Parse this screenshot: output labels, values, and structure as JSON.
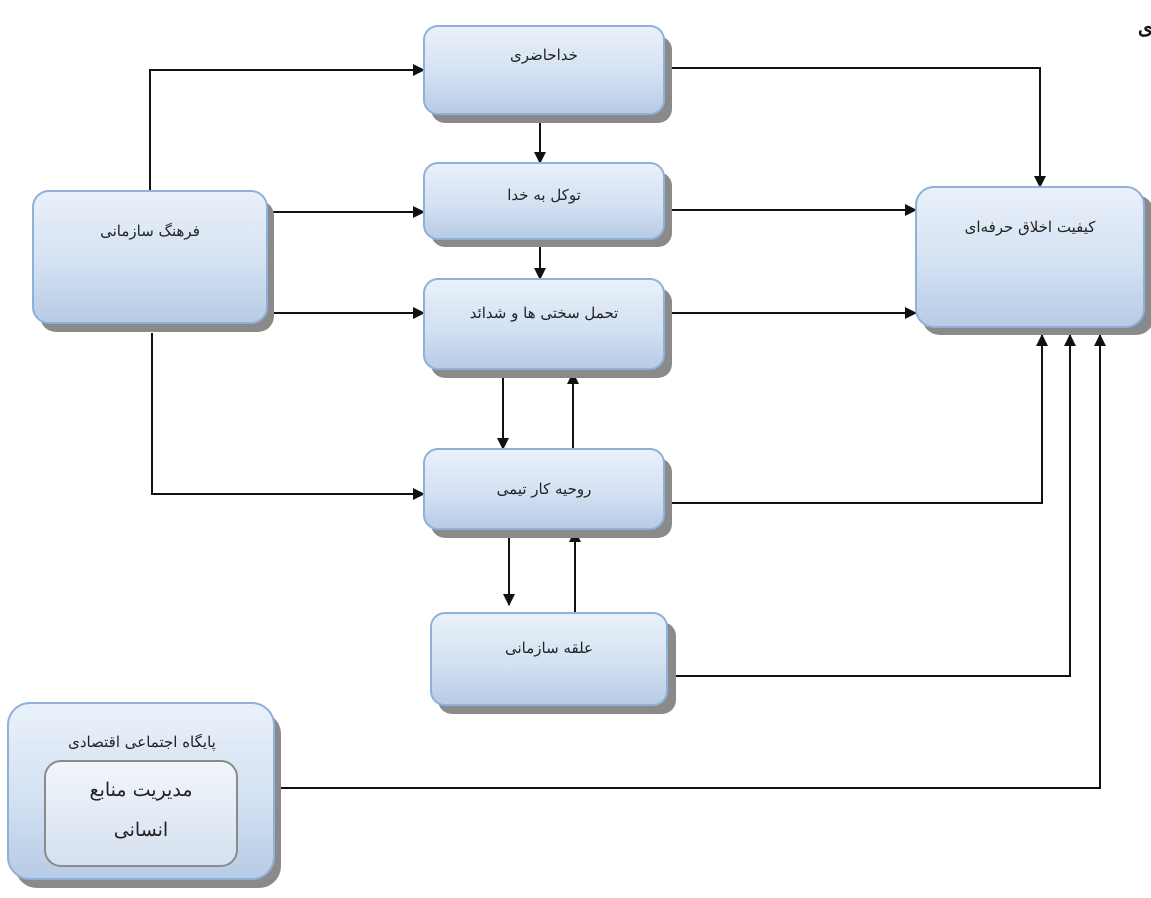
{
  "title": "مدل نظری",
  "nodes": {
    "god_presence": "خداحاضری",
    "trust_in_god": "توکل به خدا",
    "hardship_tolerance": "تحمل سختی ها و شدائد",
    "org_culture": "فرهنگ سازمانی",
    "teamwork_spirit": "روحیه کار تیمی",
    "org_attachment": "علقه سازمانی",
    "ethics_quality": "کیفیت اخلاق حرفه‌ای",
    "socio_economic_base": "پایگاه اجتماعی اقتصادی",
    "hr_management_line1": "مدیریت منابع",
    "hr_management_line2": "انسانی"
  },
  "edges": [
    {
      "from": "org_culture",
      "to": "god_presence"
    },
    {
      "from": "org_culture",
      "to": "trust_in_god"
    },
    {
      "from": "org_culture",
      "to": "hardship_tolerance"
    },
    {
      "from": "org_culture",
      "to": "teamwork_spirit"
    },
    {
      "from": "god_presence",
      "to": "trust_in_god"
    },
    {
      "from": "trust_in_god",
      "to": "hardship_tolerance"
    },
    {
      "from": "hardship_tolerance",
      "to": "teamwork_spirit"
    },
    {
      "from": "teamwork_spirit",
      "to": "hardship_tolerance"
    },
    {
      "from": "teamwork_spirit",
      "to": "org_attachment"
    },
    {
      "from": "org_attachment",
      "to": "teamwork_spirit"
    },
    {
      "from": "god_presence",
      "to": "ethics_quality"
    },
    {
      "from": "trust_in_god",
      "to": "ethics_quality"
    },
    {
      "from": "hardship_tolerance",
      "to": "ethics_quality"
    },
    {
      "from": "teamwork_spirit",
      "to": "ethics_quality"
    },
    {
      "from": "org_attachment",
      "to": "ethics_quality"
    },
    {
      "from": "socio_economic_base",
      "to": "ethics_quality"
    }
  ],
  "colors": {
    "box_fill_top": "#e6eef8",
    "box_fill_bottom": "#b9cde6",
    "box_stroke": "#8fb0d8",
    "shadow": "#7f7f7f",
    "edge": "#111111"
  }
}
